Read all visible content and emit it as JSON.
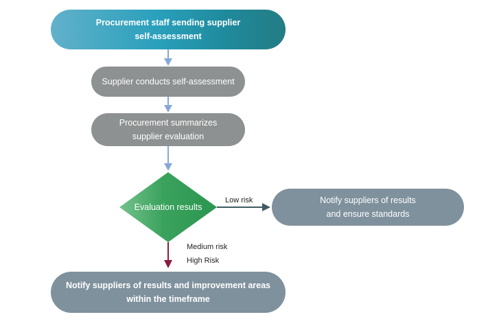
{
  "diagram": {
    "nodes": {
      "start": {
        "line1": "Procurement staff sending supplier",
        "line2": "self-assessment"
      },
      "self_assessment": {
        "text": "Supplier conducts self-assessment"
      },
      "summarize": {
        "line1": "Procurement summarizes",
        "line2": "supplier evaluation"
      },
      "decision": {
        "text": "Evaluation results"
      },
      "low_outcome": {
        "line1": "Notify suppliers of results",
        "line2": "and ensure standards"
      },
      "high_outcome": {
        "line1": "Notify suppliers of results and improvement areas",
        "line2": "within the timeframe"
      }
    },
    "edges": {
      "low_label": "Low risk",
      "medium_label": "Medium risk",
      "high_label": "High Risk"
    },
    "colors": {
      "flow_arrow": "#86a8d8",
      "low_arrow": "#3f5a63",
      "high_arrow": "#8b1c3c",
      "gray_node": "#8e9191",
      "slate_node": "#7f919d",
      "decision_green_dark": "#2e9a52",
      "decision_green_light": "#6cbf85",
      "start_teal_light": "#62b1ca",
      "start_teal_dark": "#237c84"
    }
  }
}
